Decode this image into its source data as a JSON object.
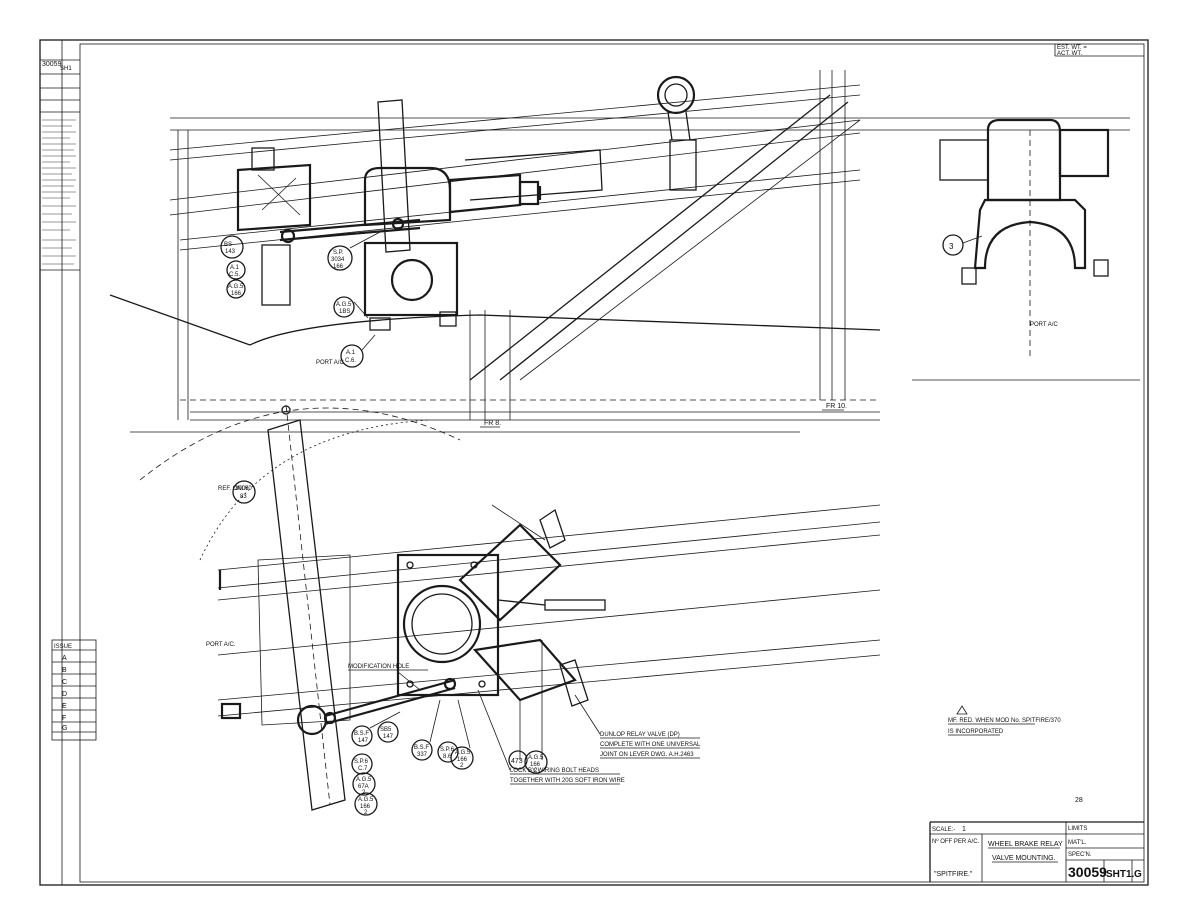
{
  "header": {
    "est_wt": "EST. WT. =",
    "act_wt": "ACT. WT."
  },
  "revision_block": {
    "drawing_no": "30059",
    "sheet": "SH1"
  },
  "callouts": {
    "c3": "3",
    "ref_only": "REF. ONLY",
    "ref_no_top": "30060",
    "ref_no_bottom": "83",
    "fr8": "FR 8.",
    "fr10": "FR 10.",
    "ag5": "A.G.5",
    "ag5_sub": "1BS",
    "a1": "A.1",
    "c6": "C.6.",
    "a1_left": "A.1",
    "c5_left": "C.5.",
    "ag5_left": "A.G.5",
    "ag5_left_sub": "166",
    "left_tag1": "BS",
    "left_tag2": "143",
    "sp_a": "S.P.",
    "sp_b": "3034",
    "sp_c": "166",
    "port_ac_right": "PORT A/C.",
    "port_ac_left": "PORT A/C.",
    "port_ac_side": "PORT A/C",
    "modification_hole": "MODIFICATION HOLE",
    "tag_b1": "B.S.F",
    "tag_b2": "147",
    "tag_c1": "SB5",
    "tag_c2": "147",
    "tag_d1": "B.S.F",
    "tag_d2": "337",
    "tag_e1": "S.P.6",
    "tag_e2": "8.6",
    "tag_f1": "A.G.5",
    "tag_f2": "166",
    "tag_f3": "2",
    "tag_g1": "S.P.6",
    "tag_g2": "C.7",
    "tag_h1": "A.G.5",
    "tag_h2": "67A",
    "tag_h3": "2",
    "tag_i1": "A.G.5",
    "tag_i2": "166",
    "tag_i3": "2",
    "tag_j1": "473",
    "tag_k1": "A.G.5",
    "tag_k2": "166",
    "tag_k3": "2",
    "dunlop_1": "DUNLOP RELAY VALVE (DP)",
    "dunlop_2": "COMPLETE WITH ONE UNIVERSAL",
    "dunlop_3": "JOINT ON LEVER DWG. A.H.2463",
    "lock_1": "LOCK BY WIRING BOLT HEADS",
    "lock_2": "TOGETHER WITH 20G SOFT IRON WIRE",
    "mod_note_1": "MF. RED. WHEN MOD No. SPITFIRE/370",
    "mod_note_2": "IS INCORPORATED",
    "sheet_num": "28"
  },
  "title_block": {
    "scale_label": "SCALE:-",
    "scale_value": "1",
    "no_off_label": "Nº OFF PER A/C.",
    "title_1": "WHEEL BRAKE RELAY",
    "title_2": "VALVE MOUNTING.",
    "project": "\"SPITFIRE.\"",
    "limits": "LIMITS",
    "matl": "MAT'L.",
    "spec": "SPEC'N.",
    "drawing_no": "30059",
    "sheet": "SHT1.",
    "issue": "G"
  },
  "issue_column": {
    "header": "ISSUE",
    "entries": [
      "A",
      "B",
      "C",
      "D",
      "E",
      "F",
      "G"
    ]
  }
}
